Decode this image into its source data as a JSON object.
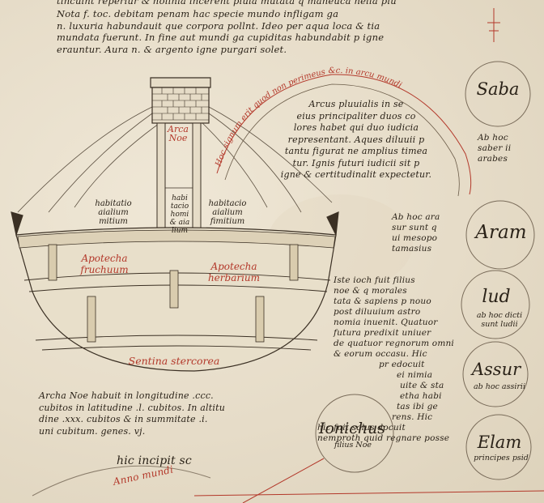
{
  "manuscript": {
    "top_fragment": "tincuint reperiur & hoiinia incerent pluia mutata q maneuca nella piu",
    "nota_lines": [
      "Nota f. toc. debitam penam hac specie mundo infligam ga",
      "n. luxuria habundauit que corpora pollnt. Ideo per aqua loca & tia",
      "mundata fuerunt. In fine aut mundi ga cupiditas habundabit p igne",
      "erauntur. Aura n. & argento igne purgari solet."
    ],
    "ark_labels": {
      "tower": [
        "Arca",
        "Noe"
      ],
      "habitatio_left": [
        "habitatio",
        "aialium",
        "mitium"
      ],
      "habitatio_center": [
        "habi",
        "tacio",
        "homi",
        "& aia",
        "lium"
      ],
      "habitatio_right": [
        "habitacio",
        "aialium",
        "fimitium"
      ],
      "apotecha_left": [
        "Apotecha",
        "fruchuum"
      ],
      "apotecha_right": [
        "Apotecha",
        "herbarium"
      ],
      "sentina": "Sentina stercorea"
    },
    "arc_caption": "Hoc signum erit quod non perimeus &c. in arcu mundi",
    "arcus_text": [
      "Arcus pluuialis in se",
      "eius principaliter duos co",
      "lores habet qui duo iudicia",
      "representant. Aques diluuii p",
      "tantu figurat ne amplius timea",
      "tur. Ignis futuri iudicii sit p",
      "igne & certitudinalit expectetur."
    ],
    "arca_noe_text": [
      "Archa Noe habuit in longitudine .ccc.",
      "cubitos in latitudine .l. cubitos. In altitu",
      "dine .xxx. cubitos & in summitate .i.",
      "uni cubitum. genes. vj."
    ],
    "abhoc_aram": [
      "Ab hoc ara",
      "sur sunt q",
      "ui mesopo",
      "tamasius"
    ],
    "iste_ioch": [
      "Iste ioch fuit filius",
      "noe & q morales",
      "tata & sapiens p nouo",
      "post diluuium astro",
      "nomia inuenit. Quatuor",
      "futura predixit uniuer",
      "de quatuor regnorum omni",
      "& eorum occasu. Hic",
      "pr edocuit",
      "ei nimia",
      "uite & sta",
      "etha habi",
      "tas ibi ge",
      "rens. Hic",
      "hic fuit salus docuit",
      "nemproth quid regnare posse"
    ],
    "circles": [
      {
        "name": "Saba",
        "note": ""
      },
      {
        "name": "Aram",
        "note": ""
      },
      {
        "name": "lud",
        "note": "ab hoc dicti sunt ludii"
      },
      {
        "name": "Assur",
        "note": "ab hoc assirii"
      },
      {
        "name": "Elam",
        "note": "principes psid"
      },
      {
        "name": "Ionichus",
        "note": "filius Noe"
      }
    ],
    "saba_note": [
      "Ab hoc",
      "saber ii",
      "arabes"
    ],
    "bottom_line": "hic incipit sc",
    "anno_fragment": "Anno mundi"
  }
}
